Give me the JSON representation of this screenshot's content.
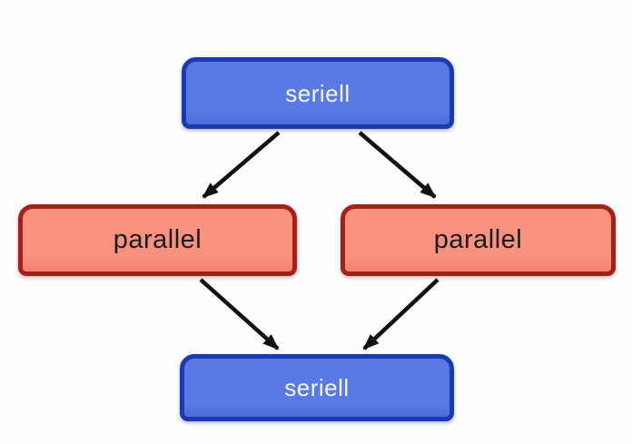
{
  "diagram": {
    "description": "Flow diagram: serial stage fans out to two parallel stages which merge back into a serial stage",
    "nodes": [
      {
        "id": "top-seriell",
        "label": "seriell",
        "type": "serial"
      },
      {
        "id": "left-parallel",
        "label": "parallel",
        "type": "parallel"
      },
      {
        "id": "right-parallel",
        "label": "parallel",
        "type": "parallel"
      },
      {
        "id": "bottom-seriell",
        "label": "seriell",
        "type": "serial"
      }
    ],
    "edges": [
      {
        "from": "top-seriell",
        "to": "left-parallel"
      },
      {
        "from": "top-seriell",
        "to": "right-parallel"
      },
      {
        "from": "left-parallel",
        "to": "bottom-seriell"
      },
      {
        "from": "right-parallel",
        "to": "bottom-seriell"
      }
    ],
    "colors": {
      "serial_fill": "#5b79e4",
      "serial_fill_deep": "#4e6cd8",
      "serial_border": "#1c3ab0",
      "serial_text": "#f4f8ff",
      "parallel_fill": "#f9917f",
      "parallel_fill_deep": "#f48270",
      "parallel_border": "#a32117",
      "parallel_text": "#1a1a1a",
      "arrow": "#111111",
      "background": "#fefefe"
    }
  }
}
